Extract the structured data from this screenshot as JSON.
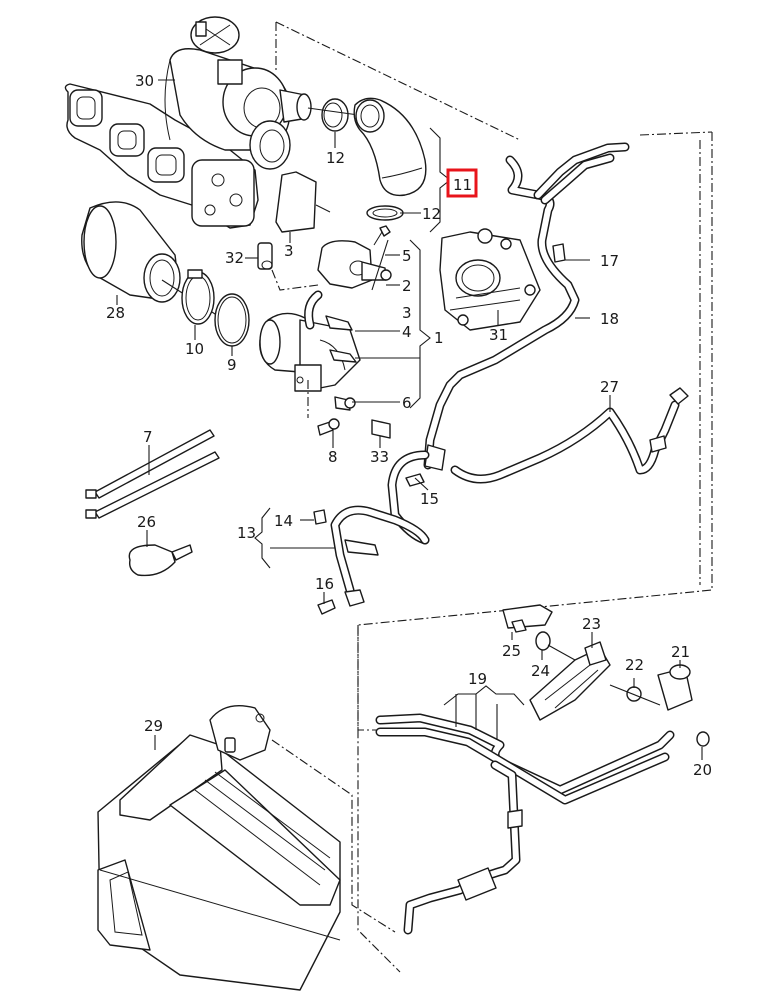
{
  "diagram": {
    "title": "Turbocharger / EGR / air intake exploded parts view",
    "highlight_color": "#e8141b",
    "line_color": "#1a1a1a",
    "highlighted_callout": "11",
    "callouts": {
      "c30": "30",
      "c12a": "12",
      "c11": "11",
      "c12b": "12",
      "c3a": "3",
      "c32": "32",
      "c5": "5",
      "c2": "2",
      "c3b": "3",
      "c4": "4",
      "c1": "1",
      "c6": "6",
      "c28": "28",
      "c10": "10",
      "c9": "9",
      "c8": "8",
      "c33": "33",
      "c17": "17",
      "c18": "18",
      "c31": "31",
      "c27": "27",
      "c15": "15",
      "c7": "7",
      "c26": "26",
      "c13": "13",
      "c14": "14",
      "c16": "16",
      "c25": "25",
      "c24": "24",
      "c23": "23",
      "c22": "22",
      "c21": "21",
      "c19": "19",
      "c20": "20",
      "c29": "29"
    }
  }
}
